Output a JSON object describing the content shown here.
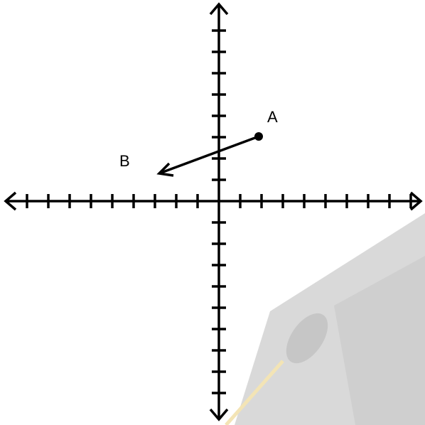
{
  "colors": {
    "ink": "#000000",
    "background": "#ffffff",
    "watermark": "#d6d6d6",
    "watermark_dark": "#c8c8c8",
    "watermark_stick": "#f4e6b8"
  },
  "points": {
    "a": {
      "label": "A"
    },
    "b": {
      "label": "B"
    }
  },
  "decor": {
    "watermark_icon": "graduation-cap-watermark"
  }
}
